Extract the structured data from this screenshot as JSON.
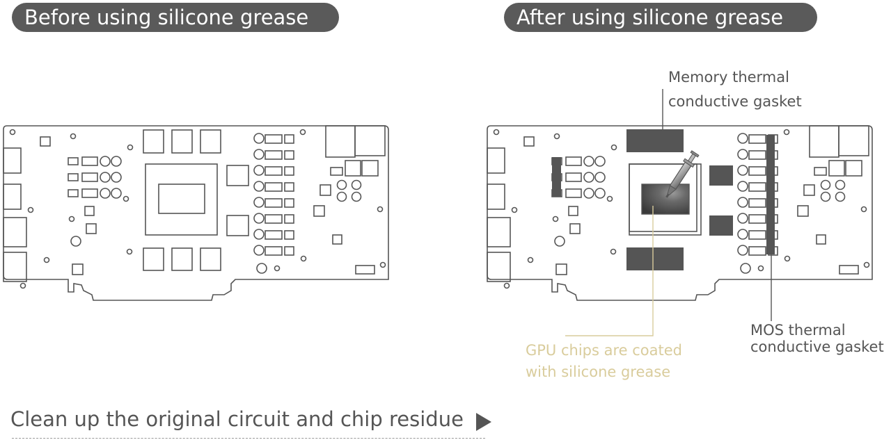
{
  "headers": {
    "before": "Before using silicone grease",
    "after": "After using silicone grease"
  },
  "callouts": {
    "memory_line1": "Memory thermal",
    "memory_line2": "conductive gasket",
    "mos_line1": "MOS thermal",
    "mos_line2": "conductive gasket",
    "gpu_line1": "GPU chips are coated",
    "gpu_line2": "with silicone grease"
  },
  "footer": {
    "text": "Clean up the original circuit and chip residue"
  },
  "colors": {
    "outline": "#555555",
    "pad_fill": "#555555",
    "grease_dark": "#4a4a4a",
    "gpu_label": "#d9cc9c",
    "header_bg": "#5a5a5a"
  }
}
